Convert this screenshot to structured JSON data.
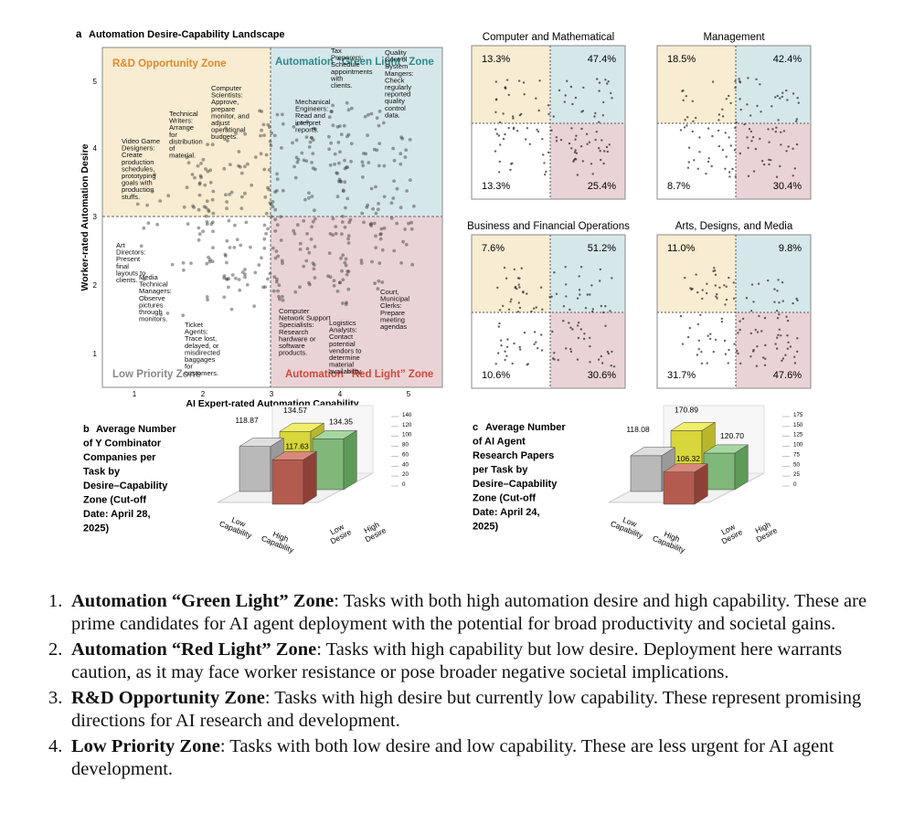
{
  "panel_a": {
    "letter": "a",
    "title": "Automation Desire-Capability Landscape",
    "xlabel": "AI Expert-rated Automation Capability",
    "ylabel": "Worker-rated Automation Desire",
    "x_ticks": [
      "1",
      "2",
      "3",
      "4",
      "5"
    ],
    "y_ticks": [
      "1",
      "2",
      "3",
      "4",
      "5"
    ],
    "zones": {
      "rd": "R&D Opportunity Zone",
      "green": "Automation “Green Light” Zone",
      "low": "Low Priority Zone",
      "red": "Automation “Red Light” Zone"
    },
    "colors": {
      "rd": "#f8ecd2",
      "green": "#d6e7ea",
      "low": "#ffffff",
      "red": "#ead3d6",
      "rd_text": "#e08a2e",
      "green_text": "#2e8a8a",
      "red_text": "#d2483c",
      "low_text": "#888888"
    },
    "annotations": [
      "Computer Scientists: Approve, prepare monitor, and adjust operational budgets.",
      "Technical Writers: Arrange for distribution of material.",
      "Video Game Designers: Create production schedules, prototyping goals with production stuffs.",
      "Tax Preparers: Schedule appointments with clients.",
      "Quality Control System Mangers: Check regularly reported quality control data.",
      "Mechanical Engineers: Read and interpret reports.",
      "Art Directors: Present final layouts to clients.",
      "Media Technical Managers: Observe pictures through monitors.",
      "Ticket Agents: Trace lost, delayed, or misdirected baggages for customers.",
      "Computer Network Support Specialists: Research hardware or software products.",
      "Logistics Analysts: Contact potential vendors to determine material availability.",
      "Court, Municipal Clerks: Prepare meeting agendas"
    ]
  },
  "small_panels": [
    {
      "title": "Computer and Mathematical",
      "tl": "13.3%",
      "tr": "47.4%",
      "bl": "13.3%",
      "br": "25.4%"
    },
    {
      "title": "Management",
      "tl": "18.5%",
      "tr": "42.4%",
      "bl": "8.7%",
      "br": "30.4%"
    },
    {
      "title": "Business and Financial Operations",
      "tl": "7.6%",
      "tr": "51.2%",
      "bl": "10.6%",
      "br": "30.6%"
    },
    {
      "title": "Arts, Designs, and Media",
      "tl": "11.0%",
      "tr": "9.8%",
      "bl": "31.7%",
      "br": "47.6%"
    }
  ],
  "panel_b": {
    "letter": "b",
    "title": "Average Number of Y Combinator Companies per Task by Desire–Capability Zone (Cut-off Date: April 28, 2025)",
    "values": {
      "low_priority": "118.87",
      "green_light": "134.57",
      "rd": "134.35",
      "red_light": "117.63"
    },
    "z_ticks": [
      "0",
      "20",
      "40",
      "60",
      "80",
      "100",
      "120",
      "140"
    ],
    "axis_labels": {
      "low_cap": "Low Capability",
      "high_cap": "High Capability",
      "low_des": "Low Desire",
      "high_des": "High Desire"
    }
  },
  "panel_c": {
    "letter": "c",
    "title": "Average Number of AI Agent Research Papers per Task by Desire–Capability Zone (Cut-off Date: April 24, 2025)",
    "values": {
      "low_priority": "118.08",
      "green_light": "170.89",
      "rd": "120.70",
      "red_light": "106.32"
    },
    "z_ticks": [
      "0",
      "25",
      "50",
      "75",
      "100",
      "125",
      "150",
      "175"
    ],
    "axis_labels": {
      "low_cap": "Low Capability",
      "high_cap": "High Capability",
      "low_des": "Low Desire",
      "high_des": "High Desire"
    }
  },
  "list": [
    {
      "num": "1.",
      "bold": "Automation “Green Light” Zone",
      "text": ": Tasks with both high automation desire and high capability. These are prime candidates for AI agent deployment with the potential for broad productivity and societal gains."
    },
    {
      "num": "2.",
      "bold": "Automation “Red Light” Zone",
      "text": ": Tasks with high capability but low desire. Deployment here warrants caution, as it may face worker resistance or pose broader negative societal implications."
    },
    {
      "num": "3.",
      "bold": "R&D Opportunity Zone",
      "text": ": Tasks with high desire but currently low capability. These represent promising directions for AI research and development."
    },
    {
      "num": "4.",
      "bold": "Low Priority Zone",
      "text": ": Tasks with both low desire and low capability. These are less urgent for AI agent development."
    }
  ]
}
